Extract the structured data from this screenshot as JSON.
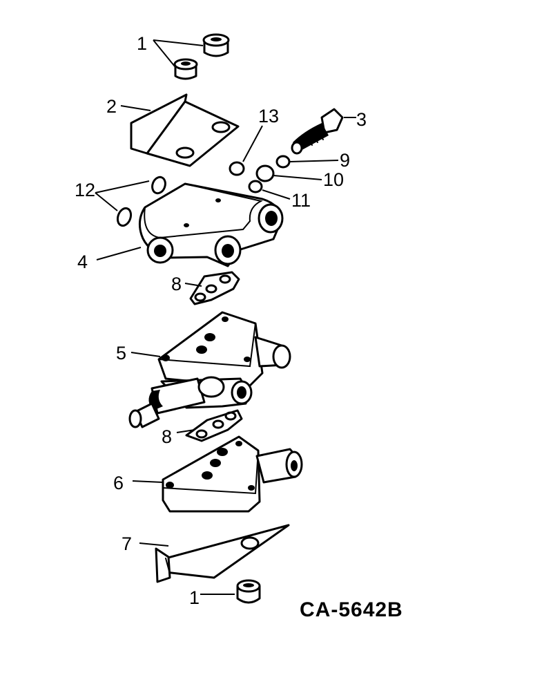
{
  "drawing_code": "CA-5642B",
  "callouts": {
    "c1_top": "1",
    "c2": "2",
    "c3": "3",
    "c4": "4",
    "c5": "5",
    "c6": "6",
    "c7": "7",
    "c8_upper": "8",
    "c8_lower": "8",
    "c9": "9",
    "c10": "10",
    "c11": "11",
    "c12": "12",
    "c13": "13",
    "c1_bottom": "1"
  }
}
